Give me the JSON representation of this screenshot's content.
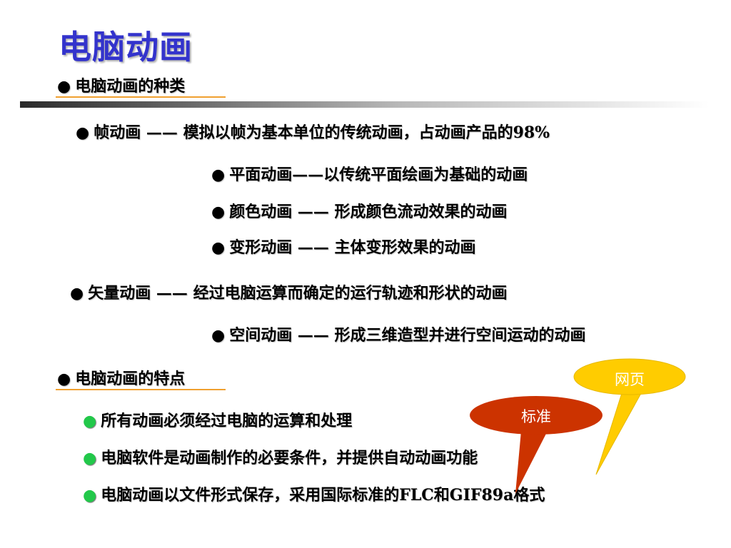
{
  "title": "电脑动画",
  "sections": [
    {
      "bullet": "●",
      "label": "电脑动画的种类"
    },
    {
      "bullet": "●",
      "label": "电脑动画的特点"
    }
  ],
  "types": {
    "frame": {
      "bullet": "●",
      "name": "帧动画",
      "dash": "——",
      "desc": "模拟以帧为基本单位的传统动画，占动画产品的98%"
    },
    "frame_sub": [
      {
        "bullet": "●",
        "text": "平面动画——以传统平面绘画为基础的动画"
      },
      {
        "bullet": "●",
        "text": "颜色动画 —— 形成颜色流动效果的动画"
      },
      {
        "bullet": "●",
        "text": "变形动画 —— 主体变形效果的动画"
      }
    ],
    "vector": {
      "bullet": "●",
      "name": "矢量动画",
      "dash": "——",
      "desc": "经过电脑运算而确定的运行轨迹和形状的动画"
    },
    "vector_sub": [
      {
        "bullet": "●",
        "text": "空间动画 —— 形成三维造型并进行空间运动的动画"
      }
    ]
  },
  "features": [
    {
      "bullet": "●",
      "text": "所有动画必须经过电脑的运算和处理"
    },
    {
      "bullet": "●",
      "text": "电脑软件是动画制作的必要条件，并提供自动动画功能"
    },
    {
      "bullet": "●",
      "text": "电脑动画以文件形式保存，采用国际标准的FLC和GIF89a格式"
    }
  ],
  "callouts": {
    "standard": {
      "label": "标准",
      "color": "#cc3300"
    },
    "webpage": {
      "label": "网页",
      "color": "#ffcc00"
    }
  },
  "colors": {
    "title": "#3333cc",
    "underline": "#f0a030",
    "feature_bullet": "#22c84a"
  }
}
